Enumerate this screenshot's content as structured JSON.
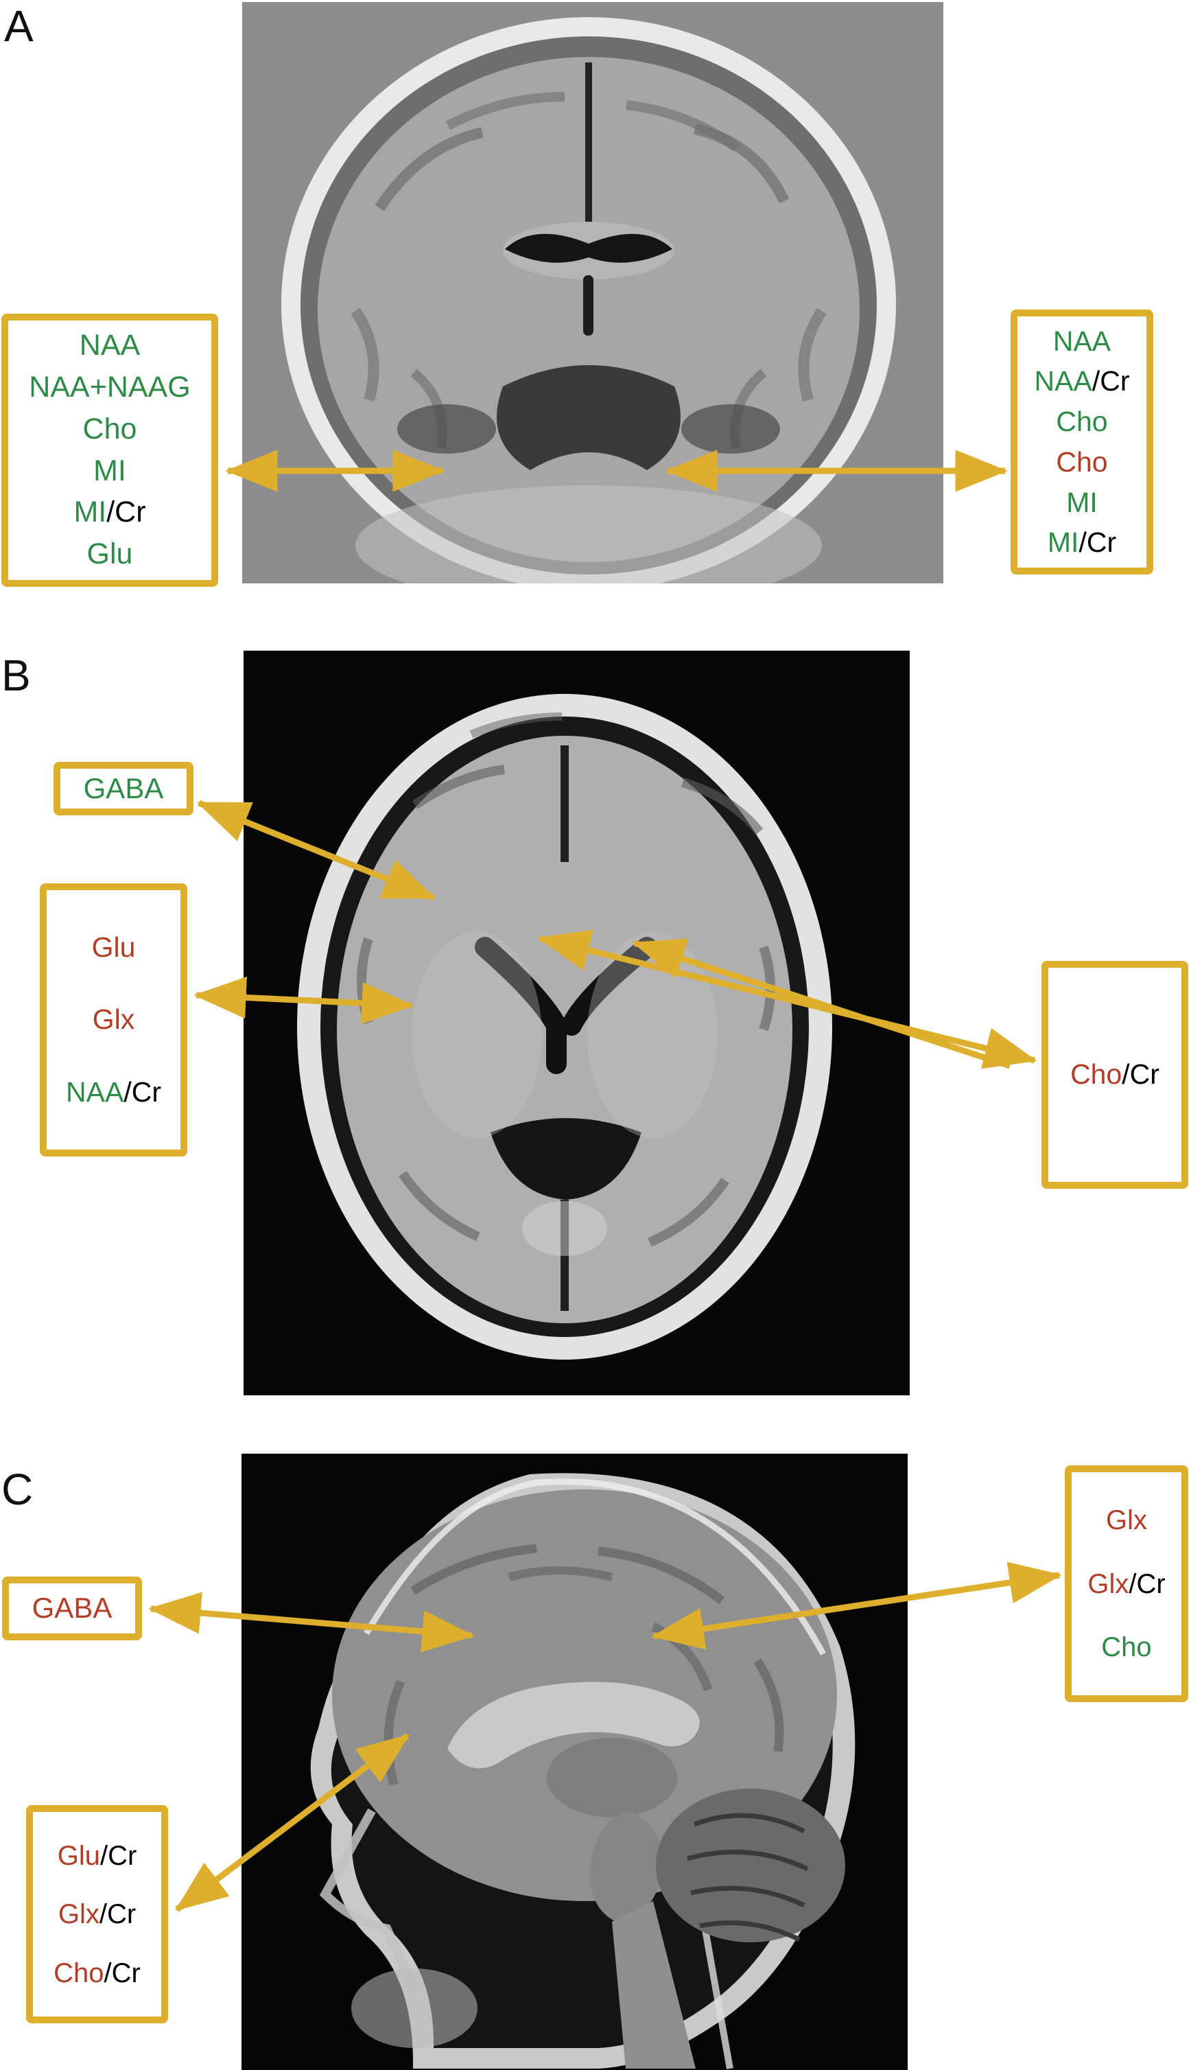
{
  "colors": {
    "gold": "#DDAF2C",
    "green": "#2E8B47",
    "red": "#B33E28",
    "black": "#000000"
  },
  "panelA": {
    "letter": "A",
    "leftBox": {
      "lines": [
        [
          {
            "text": "NAA",
            "color": "green"
          }
        ],
        [
          {
            "text": "NAA+NAAG",
            "color": "green"
          }
        ],
        [
          {
            "text": "Cho",
            "color": "green"
          }
        ],
        [
          {
            "text": "MI",
            "color": "green"
          }
        ],
        [
          {
            "text": "MI",
            "color": "green"
          },
          {
            "text": "/Cr",
            "color": "black"
          }
        ],
        [
          {
            "text": "Glu",
            "color": "green"
          }
        ]
      ]
    },
    "rightBox": {
      "lines": [
        [
          {
            "text": "NAA",
            "color": "green"
          }
        ],
        [
          {
            "text": "NAA",
            "color": "green"
          },
          {
            "text": "/Cr",
            "color": "black"
          }
        ],
        [
          {
            "text": "Cho",
            "color": "green"
          }
        ],
        [
          {
            "text": "Cho",
            "color": "red"
          }
        ],
        [
          {
            "text": "MI",
            "color": "green"
          }
        ],
        [
          {
            "text": "MI",
            "color": "green"
          },
          {
            "text": "/Cr",
            "color": "black"
          }
        ]
      ]
    }
  },
  "panelB": {
    "letter": "B",
    "gabaBox": {
      "lines": [
        [
          {
            "text": "GABA",
            "color": "green"
          }
        ]
      ]
    },
    "leftBox": {
      "lines": [
        [
          {
            "text": "Glu",
            "color": "red"
          }
        ],
        [
          {
            "text": "Glx",
            "color": "red"
          }
        ],
        [
          {
            "text": "NAA",
            "color": "green"
          },
          {
            "text": "/Cr",
            "color": "black"
          }
        ]
      ]
    },
    "rightBox": {
      "lines": [
        [
          {
            "text": "Cho",
            "color": "red"
          },
          {
            "text": "/Cr",
            "color": "black"
          }
        ]
      ]
    }
  },
  "panelC": {
    "letter": "C",
    "gabaBox": {
      "lines": [
        [
          {
            "text": "GABA",
            "color": "red"
          }
        ]
      ]
    },
    "leftBox": {
      "lines": [
        [
          {
            "text": "Glu",
            "color": "red"
          },
          {
            "text": "/Cr",
            "color": "black"
          }
        ],
        [
          {
            "text": "Glx",
            "color": "red"
          },
          {
            "text": "/Cr",
            "color": "black"
          }
        ],
        [
          {
            "text": "Cho",
            "color": "red"
          },
          {
            "text": "/Cr",
            "color": "black"
          }
        ]
      ]
    },
    "rightBox": {
      "lines": [
        [
          {
            "text": "Glx",
            "color": "red"
          }
        ],
        [
          {
            "text": "Glx",
            "color": "red"
          },
          {
            "text": "/Cr",
            "color": "black"
          }
        ],
        [
          {
            "text": "Cho",
            "color": "green"
          }
        ]
      ]
    }
  }
}
